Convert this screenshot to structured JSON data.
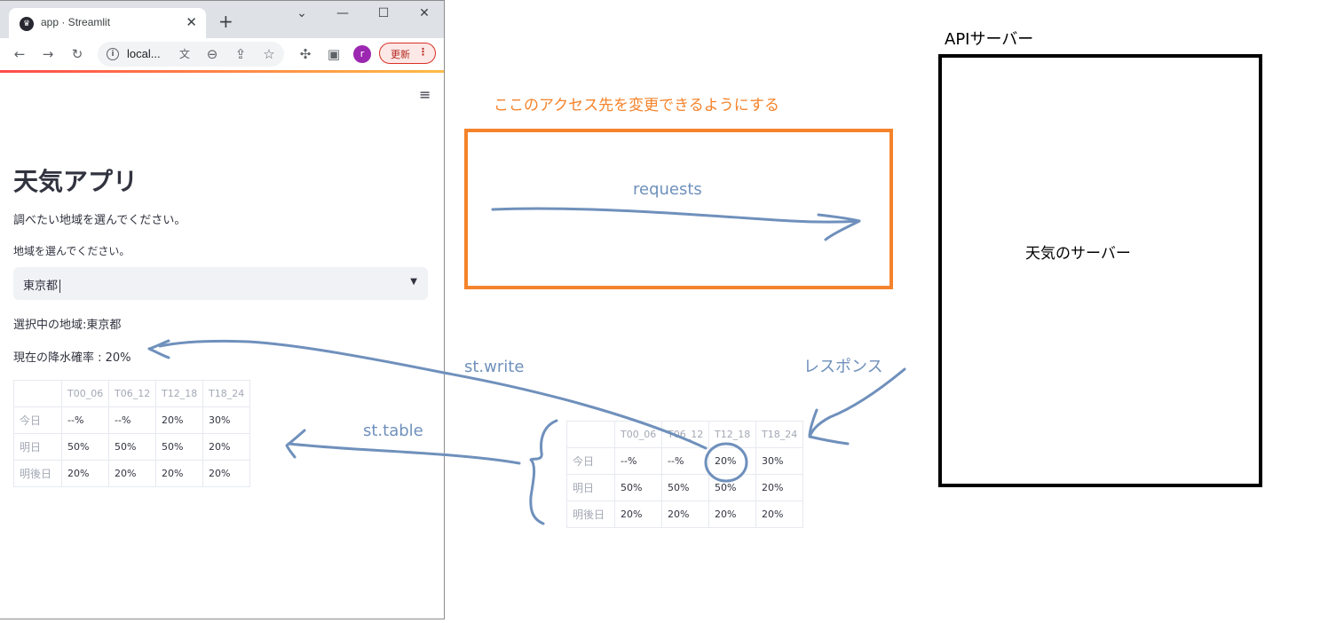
{
  "browser": {
    "tab_title": "app · Streamlit",
    "tab_close": "✕",
    "new_tab": "+",
    "window_controls": {
      "minimize": "—",
      "maximize": "☐",
      "close": "✕",
      "dropdown": "⌄"
    },
    "url": "local...",
    "update_button": "更新",
    "avatar_letter": "r",
    "icons": [
      "back-icon",
      "forward-icon",
      "reload-icon",
      "info-icon",
      "translate-icon",
      "zoom-icon",
      "share-icon",
      "star-icon",
      "extensions-icon",
      "sidepanel-icon",
      "more-icon"
    ]
  },
  "app": {
    "menu_icon": "≡",
    "title": "天気アプリ",
    "instruction": "調べたい地域を選んでください。",
    "select_label": "地域を選んでください。",
    "select_value": "東京都",
    "selected_region": "選択中の地域:東京都",
    "precip_now": "現在の降水確率 : 20%",
    "table": {
      "columns": [
        "",
        "T00_06",
        "T06_12",
        "T12_18",
        "T18_24"
      ],
      "rows": [
        {
          "label": "今日",
          "values": [
            "--%",
            "--%",
            "20%",
            "30%"
          ]
        },
        {
          "label": "明日",
          "values": [
            "50%",
            "50%",
            "50%",
            "20%"
          ]
        },
        {
          "label": "明後日",
          "values": [
            "20%",
            "20%",
            "20%",
            "20%"
          ]
        }
      ]
    }
  },
  "diagram": {
    "orange_note": "ここのアクセス先を変更できるようにする",
    "requests_label": "requests",
    "st_write_label": "st.write",
    "st_table_label": "st.table",
    "response_label": "レスポンス",
    "api_title": "APIサーバー",
    "server_label": "天気のサーバー",
    "colors": {
      "orange": "#f5832b",
      "pen_blue": "#6f90bc",
      "black": "#000000",
      "streamlit_accent": "#ff4b4b"
    }
  }
}
